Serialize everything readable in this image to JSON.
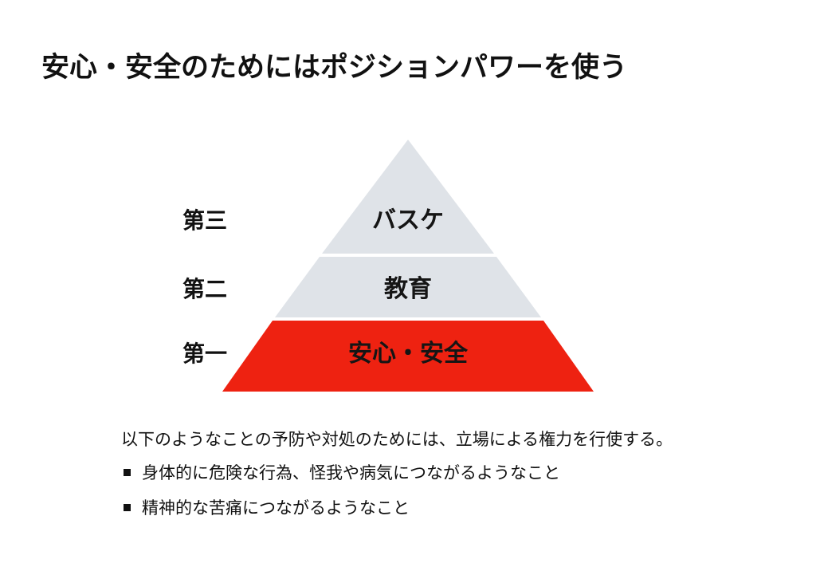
{
  "title": "安心・安全のためにはポジションパワーを使う",
  "colors": {
    "base_tier": "#ee2211",
    "upper_tiers": "#dfe3e8",
    "text": "#151515"
  },
  "pyramid": {
    "tiers": [
      {
        "rank_label": "第三",
        "text": "バスケ"
      },
      {
        "rank_label": "第二",
        "text": "教育"
      },
      {
        "rank_label": "第一",
        "text": "安心・安全"
      }
    ]
  },
  "description": "以下のようなことの予防や対処のためには、立場による権力を行使する。",
  "bullets": [
    "身体的に危険な行為、怪我や病気につながるようなこと",
    "精神的な苦痛につながるようなこと"
  ]
}
